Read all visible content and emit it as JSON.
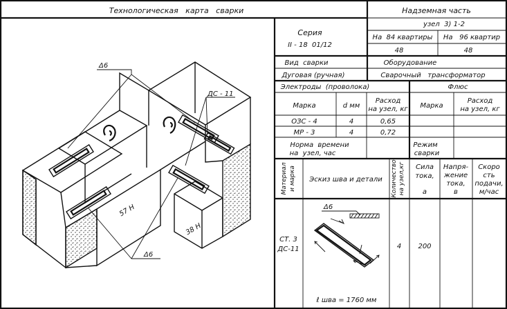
{
  "title": "Технологическая   карта   сварки",
  "header": {
    "part": "Надземная часть",
    "series_label": "Серия",
    "series_value": "II - 18  01/12",
    "node": "узел  3) 1-2",
    "per_84_label": "На  84 квартиры",
    "per_96_label": "На   96 квартир",
    "per_84_value": "48",
    "per_96_value": "48"
  },
  "weld": {
    "type_label": "Вид  сварки",
    "type_value": "Дуговая (ручная)",
    "equipment_label": "Оборудование",
    "equipment_value": "Сварочный   трансформатор"
  },
  "electrodes": {
    "title": "Электроды  (проволока)",
    "col_mark": "Марка",
    "col_d": "d мм",
    "col_rate_1": "Расход",
    "col_rate_2": "на узел, кг",
    "rows": [
      {
        "mark": "ОЗС - 4",
        "d": "4",
        "rate": "0,65"
      },
      {
        "mark": "МР - 3",
        "d": "4",
        "rate": "0,72"
      }
    ]
  },
  "flux": {
    "title": "Флюс",
    "col_mark": "Марка",
    "col_rate_1": "Расход",
    "col_rate_2": "на узел, кг"
  },
  "norm": {
    "line1": "Норма  времени",
    "line2": "на  узел, час",
    "mode1": "Режим",
    "mode2": "сварки"
  },
  "cols": {
    "material_1": "Материал",
    "material_2": "и марка",
    "sketch": "Эскиз шва и детали",
    "qty_1": "Количество",
    "qty_2": "на узел,кг",
    "current_1": "Сила",
    "current_2": "тока,",
    "current_3": "а",
    "voltage_1": "Напря-",
    "voltage_2": "жение",
    "voltage_3": "тока,",
    "voltage_4": "в",
    "speed_1": "Скоро",
    "speed_2": "сть",
    "speed_3": "подачи,",
    "speed_4": "м/час"
  },
  "row": {
    "material_1": "СТ. 3",
    "material_2": "ДС-11",
    "qty": "4",
    "current": "200",
    "seam_label": "Δ6",
    "length": "ℓ шва = 1760 мм"
  },
  "drawing": {
    "label_d6_top": "Δ6",
    "label_dc": "ДС - 11",
    "label_d6_bottom": "Δ6",
    "panel_1": "57 Н",
    "panel_2": "38 Н"
  }
}
